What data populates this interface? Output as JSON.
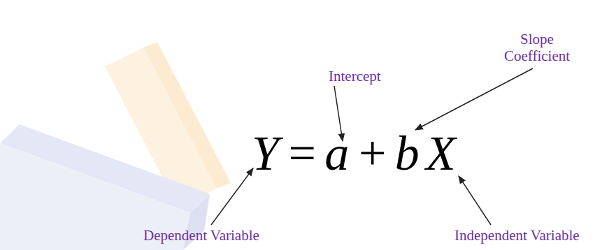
{
  "diagram": {
    "labels": [
      "Slope Coefficient",
      "Intercept",
      "Y = a + b X",
      "Dependent Variable",
      "Independent Variable"
    ]
  }
}
